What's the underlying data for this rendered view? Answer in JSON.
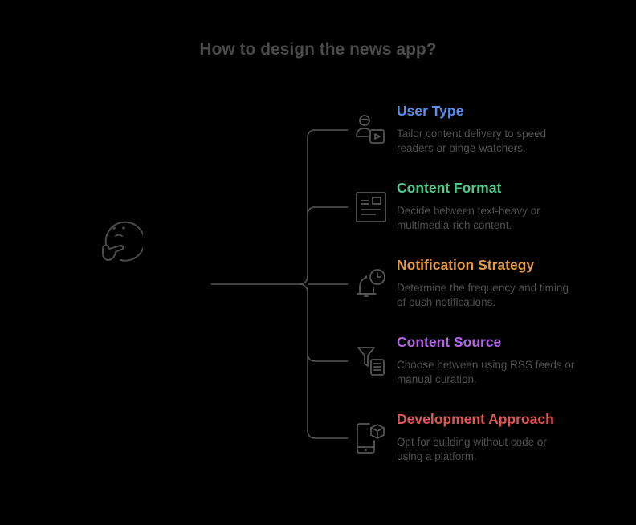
{
  "title": "How to design the news app?",
  "colors": {
    "background": "#000000",
    "line": "#555555",
    "title": "#4a4a4a",
    "description": "#4e4e4e"
  },
  "center_icon": "thinking-face-icon",
  "items": [
    {
      "title": "User Type",
      "description_line1": "Tailor content delivery to speed",
      "description_line2": "readers or binge-watchers.",
      "color": "#5b8def",
      "icon": "user-video-icon"
    },
    {
      "title": "Content Format",
      "description_line1": "Decide between text-heavy or",
      "description_line2": "multimedia-rich content.",
      "color": "#4fc98a",
      "icon": "article-layout-icon"
    },
    {
      "title": "Notification Strategy",
      "description_line1": "Determine the frequency and timing",
      "description_line2": "of push notifications.",
      "color": "#e39a4a",
      "icon": "bell-clock-icon"
    },
    {
      "title": "Content Source",
      "description_line1": "Choose between using RSS feeds or",
      "description_line2": "manual curation.",
      "color": "#b066e0",
      "icon": "filter-document-icon"
    },
    {
      "title": "Development Approach",
      "description_line1": "Opt for building without code or",
      "description_line2": "using a platform.",
      "color": "#e05555",
      "icon": "mobile-box-icon"
    }
  ]
}
